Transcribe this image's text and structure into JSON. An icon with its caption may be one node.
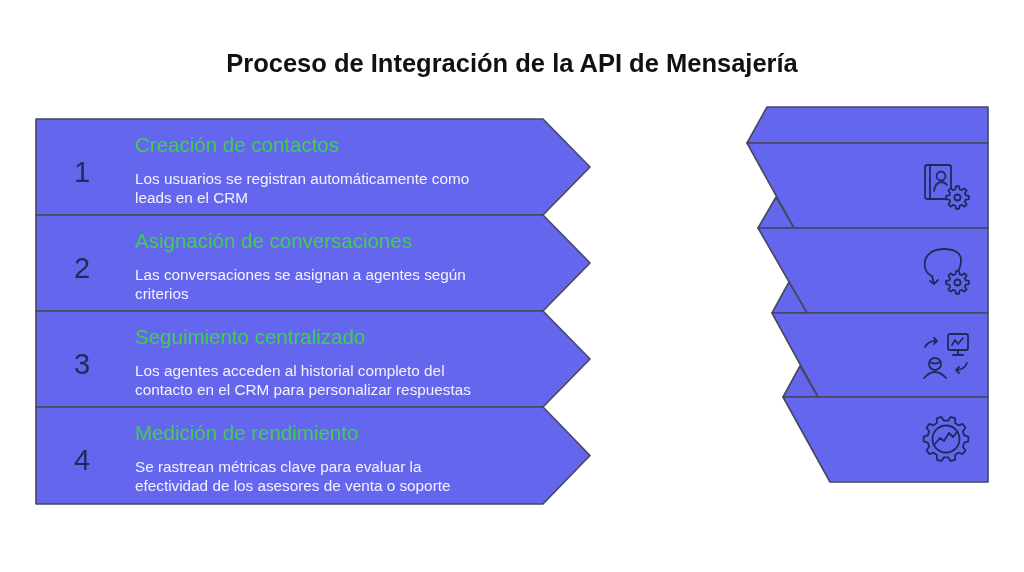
{
  "diagram": {
    "title": "Proceso de Integración de la API de Mensajería",
    "nodes": [
      {
        "text": [
          "1",
          "Creación de contactos",
          "Los usuarios se registran automáticamente como leads en el CRM"
        ]
      },
      {
        "text": [
          "2",
          "Asignación de conversaciones",
          "Las conversaciones se asignan a agentes según criterios"
        ]
      },
      {
        "text": [
          "3",
          "Seguimiento centralizado",
          "Los agentes acceden al historial completo del contacto en el CRM para personalizar respuestas"
        ]
      },
      {
        "text": [
          "4",
          "Medición de rendimiento",
          "Se rastrean métricas clave para evaluar la efectividad de los asesores de venta o soporte"
        ]
      },
      {
        "text": [],
        "shape": "box"
      },
      {
        "text": [],
        "shape": "box"
      },
      {
        "text": [],
        "shape": "box"
      },
      {
        "text": [],
        "shape": "box"
      }
    ],
    "edges": []
  }
}
